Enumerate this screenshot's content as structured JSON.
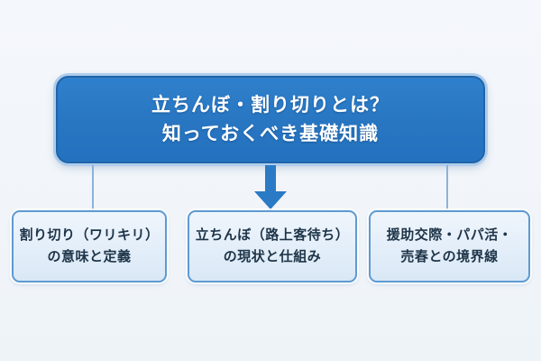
{
  "diagram": {
    "kind": "topic-overview-flowchart",
    "title": {
      "line1": "立ちんぼ・割り切りとは？",
      "line2": "知っておくべき基礎知識"
    },
    "children": [
      {
        "line1": "割り切り（ワリキリ）",
        "line2": "の意味と定義"
      },
      {
        "line1": "立ちんぼ（路上客待ち）",
        "line2": "の現状と仕組み"
      },
      {
        "line1": "援助交際・パパ活・",
        "line2": "売春との境界線"
      }
    ],
    "colors": {
      "background": "#f1f5f9",
      "main_box_fill": "#2876c2",
      "main_box_border": "#1f64aa",
      "main_box_halo": "#aecdeb",
      "main_title_text": "#ffffff",
      "connector_line": "#8ab2dc",
      "arrow": "#2b7ac6",
      "sub_box_fill": "#e3eef9",
      "sub_box_border": "#5d9ad2",
      "sub_text": "#1e3448"
    }
  }
}
